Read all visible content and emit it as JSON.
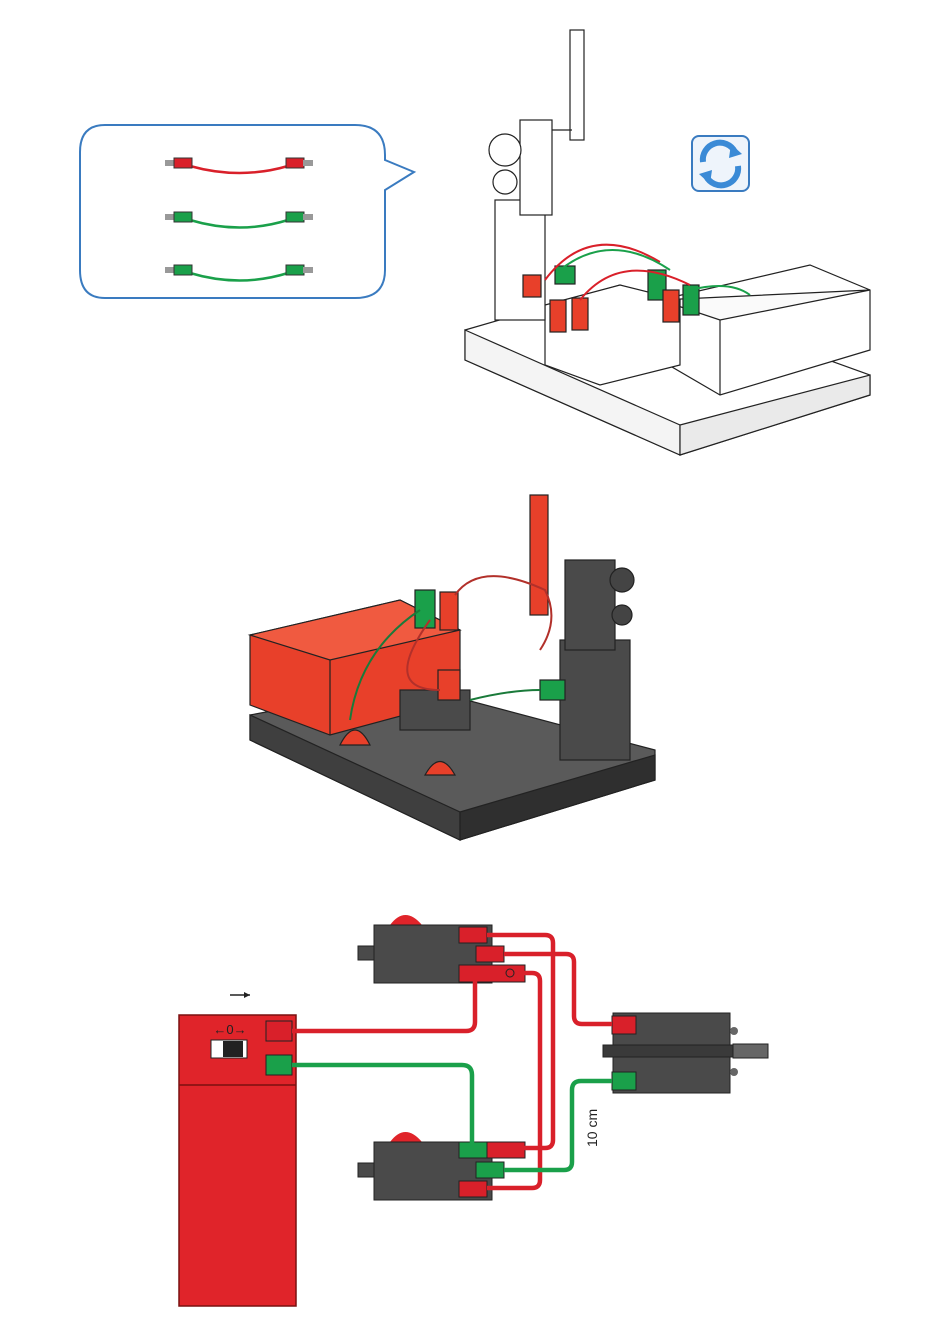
{
  "page": {
    "background": "#ffffff"
  },
  "colors": {
    "red_wire": "#d9202a",
    "green_wire": "#1aa04a",
    "red_part": "#e8402a",
    "dark_part": "#4a4a4a",
    "battery_red": "#e0242a",
    "callout_border": "#3a7bc0",
    "rotate_icon_blue": "#3a8ad6"
  },
  "callout": {
    "cables": [
      {
        "plug_a": "red",
        "plug_b": "red",
        "wire": "red"
      },
      {
        "plug_a": "green",
        "plug_b": "green",
        "wire": "green"
      },
      {
        "plug_a": "green",
        "plug_b": "green",
        "wire": "green"
      }
    ]
  },
  "icons": {
    "rotate": "rotate-view-icon"
  },
  "wiring": {
    "cable_length_label": "10 cm"
  }
}
